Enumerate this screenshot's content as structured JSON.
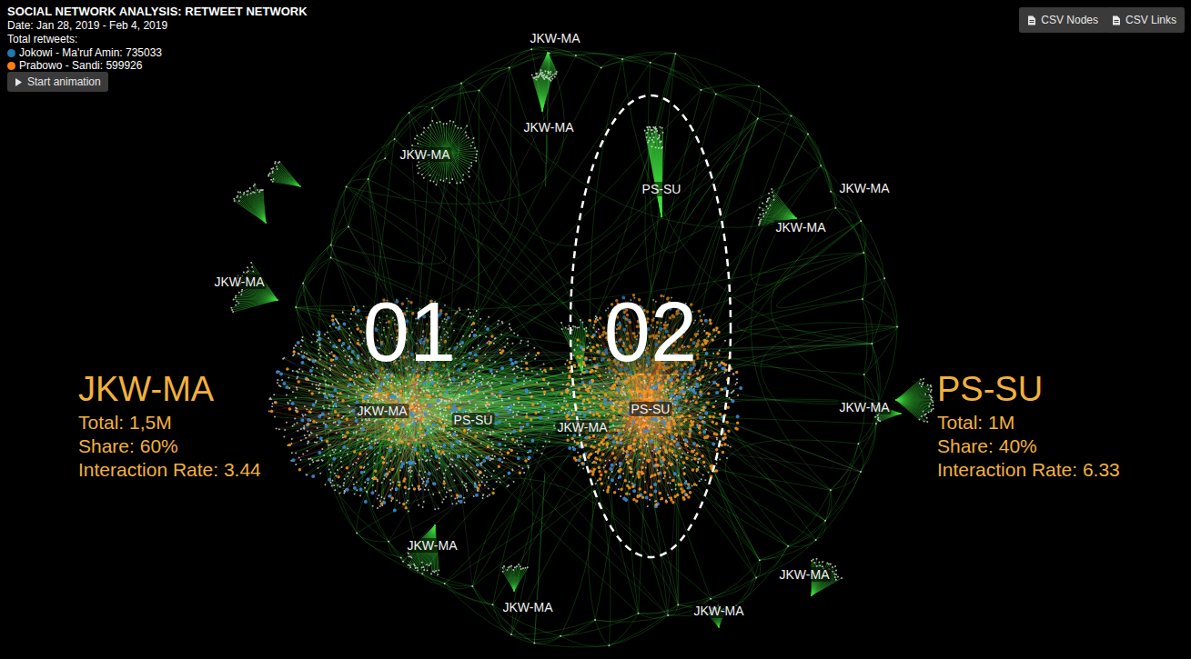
{
  "diagram": {
    "title": "SOCIAL NETWORK ANALYSIS: RETWEET NETWORK",
    "nodes": [
      {
        "text": [
          "Start animation"
        ]
      },
      {
        "text": [
          "CSV Nodes"
        ]
      },
      {
        "text": [
          "CSV Links"
        ]
      },
      {
        "text": [
          "PS-SU",
          "02",
          "PS-SU"
        ]
      }
    ],
    "labels": [
      "Date: Jan 28, 2019 - Feb 4, 2019",
      "Total retweets:",
      "JKW-MA",
      "JKW-MA",
      "JKW-MA",
      "JKW-MA",
      "JKW-MA",
      "JKW-MA",
      "01",
      "JKW-MA",
      "Total: 1,5M",
      "Share: 60%",
      "Interaction Rate: 3.44",
      "JKW-MA",
      "PS-SU",
      "JKW-MA",
      "JKW-MA",
      "PS-SU",
      "Total: 1M",
      "Share: 40%",
      "Interaction Rate: 6.33",
      "JKW-MA",
      "JKW-MA",
      "JKW-MA",
      "JKW-MA"
    ],
    "legend": [
      {
        "text": "Jokowi - Ma'ruf Amin: 735033",
        "color": "#1f77b4"
      },
      {
        "text": "Prabowo - Sandi: 599926",
        "color": "#ff7f0e"
      }
    ]
  }
}
